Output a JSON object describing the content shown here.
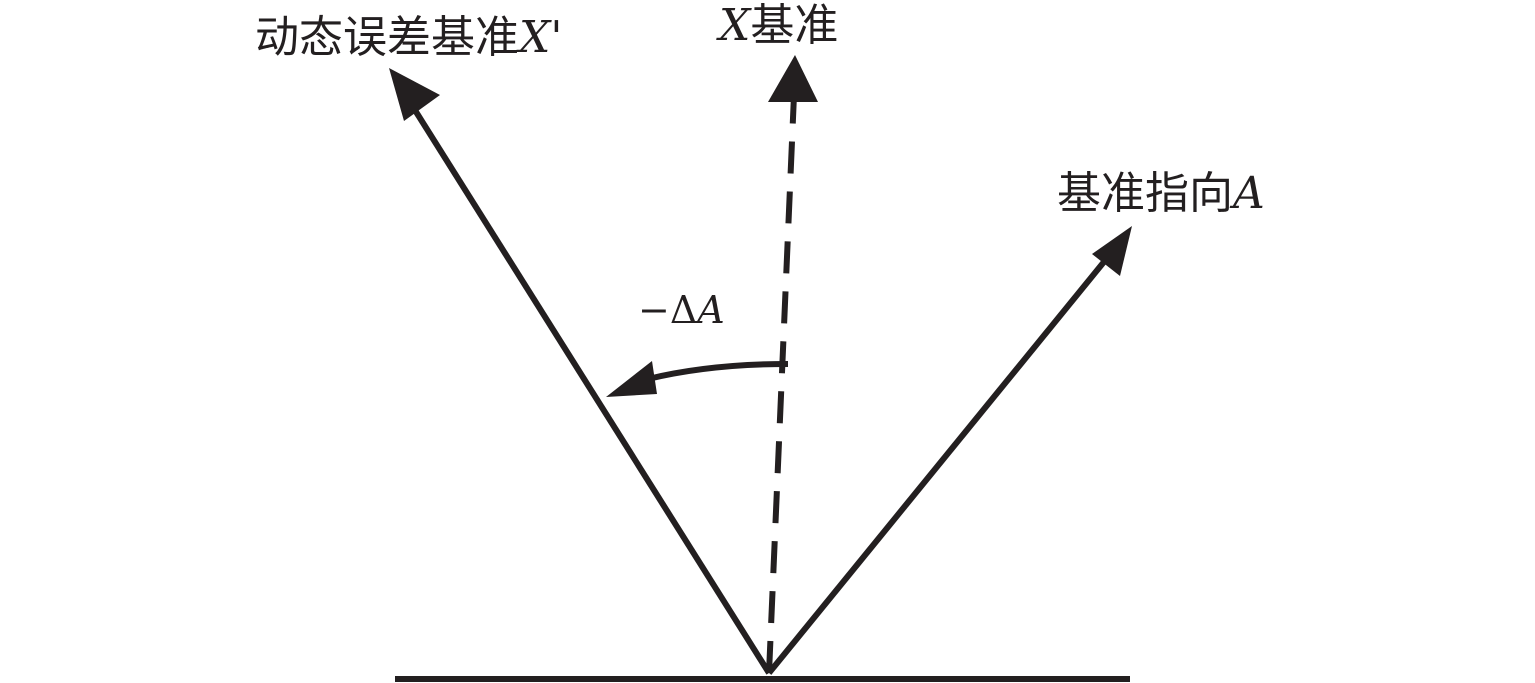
{
  "diagram": {
    "ink_color": "#231f20",
    "labels": {
      "dynamic_error_reference_cn": "动态误差基准",
      "dynamic_error_reference_var": "X'",
      "x_reference_var": "X",
      "x_reference_cn": "基准",
      "reference_pointing_cn": "基准指向",
      "reference_pointing_var": "A",
      "delta_sign": "−Δ",
      "delta_var": "A"
    }
  }
}
